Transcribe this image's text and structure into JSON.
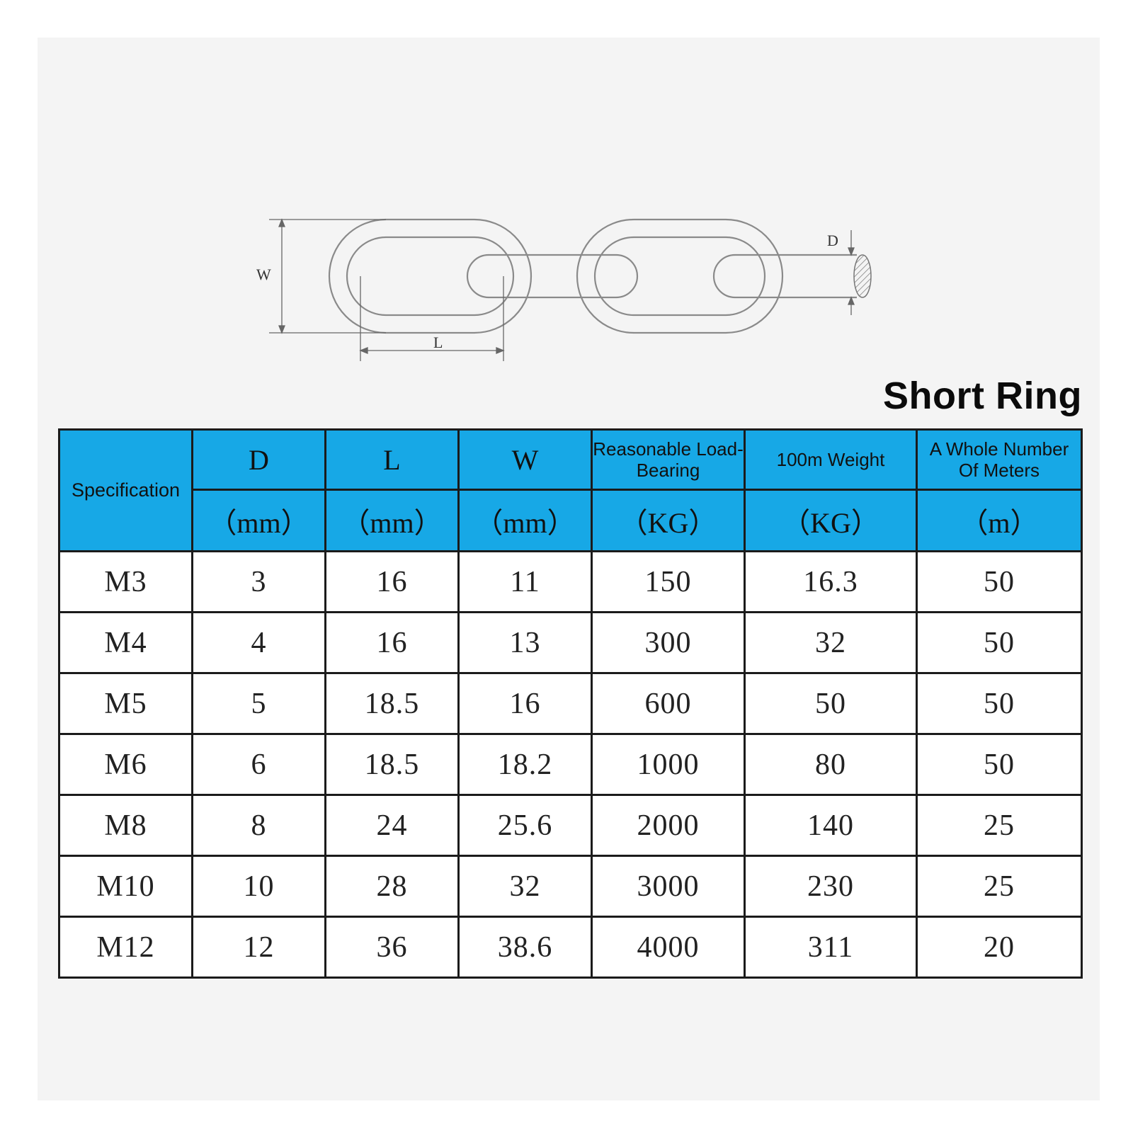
{
  "diagram": {
    "label_w": "W",
    "label_l": "L",
    "label_d": "D"
  },
  "title": "Short Ring",
  "table": {
    "header_spec": "Specification",
    "columns": [
      {
        "symbol": "D",
        "unit": "（mm）"
      },
      {
        "symbol": "L",
        "unit": "（mm）"
      },
      {
        "symbol": "W",
        "unit": "（mm）"
      },
      {
        "symbol": "Reasonable Load-Bearing",
        "unit": "（KG）"
      },
      {
        "symbol": "100m Weight",
        "unit": "（KG）"
      },
      {
        "symbol": "A Whole Number Of Meters",
        "unit": "（m）"
      }
    ],
    "rows": [
      [
        "M3",
        "3",
        "16",
        "11",
        "150",
        "16.3",
        "50"
      ],
      [
        "M4",
        "4",
        "16",
        "13",
        "300",
        "32",
        "50"
      ],
      [
        "M5",
        "5",
        "18.5",
        "16",
        "600",
        "50",
        "50"
      ],
      [
        "M6",
        "6",
        "18.5",
        "18.2",
        "1000",
        "80",
        "50"
      ],
      [
        "M8",
        "8",
        "24",
        "25.6",
        "2000",
        "140",
        "25"
      ],
      [
        "M10",
        "10",
        "28",
        "32",
        "3000",
        "230",
        "25"
      ],
      [
        "M12",
        "12",
        "36",
        "38.6",
        "4000",
        "311",
        "20"
      ]
    ]
  }
}
